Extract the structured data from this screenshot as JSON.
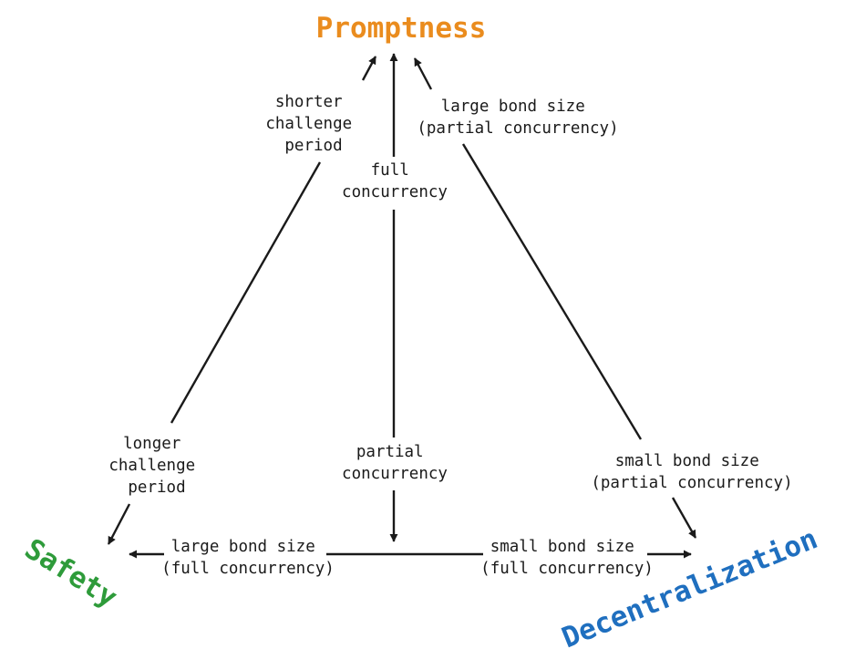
{
  "vertices": {
    "promptness": {
      "label": "Promptness",
      "color": "#ea8c1e"
    },
    "safety": {
      "label": "Safety",
      "color": "#2e9b3a"
    },
    "decentralization": {
      "label": "Decentralization",
      "color": "#1f6fbf"
    }
  },
  "edges": {
    "safety_to_promptness": {
      "near_promptness": [
        "shorter",
        "challenge",
        "period"
      ],
      "near_safety": [
        "longer",
        "challenge",
        "period"
      ]
    },
    "center": {
      "near_promptness": [
        "full",
        "concurrency"
      ],
      "near_base": [
        "partial",
        "concurrency"
      ]
    },
    "decentralization_to_promptness": {
      "near_promptness": [
        "large bond size",
        "(partial concurrency)"
      ],
      "near_decentralization": [
        "small bond size",
        "(partial concurrency)"
      ]
    },
    "base": {
      "near_safety": [
        "large bond size",
        "(full concurrency)"
      ],
      "near_decentralization": [
        "small bond size",
        "(full concurrency)"
      ]
    }
  }
}
